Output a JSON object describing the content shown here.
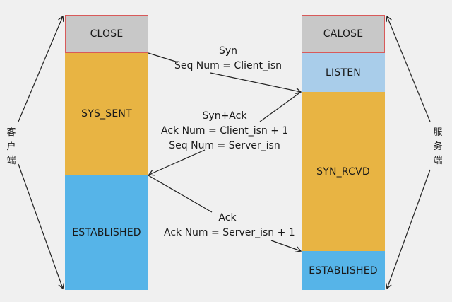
{
  "client": {
    "label": "客户端",
    "states": {
      "close": "CLOSE",
      "sys_sent": "SYS_SENT",
      "established": "ESTABLISHED"
    }
  },
  "server": {
    "label": "服务端",
    "states": {
      "close": "CALOSE",
      "listen": "LISTEN",
      "syn_rcvd": "SYN_RCVD",
      "established": "ESTABLISHED"
    }
  },
  "messages": {
    "syn": {
      "line1": "Syn",
      "line2": "Seq Num = Client_isn"
    },
    "syn_ack": {
      "line1": "Syn+Ack",
      "line2": "Ack Num = Client_isn + 1",
      "line3": "Seq Num = Server_isn"
    },
    "ack": {
      "line1": "Ack",
      "line2": "Ack Num = Server_isn + 1"
    }
  },
  "colors": {
    "close": "#c8c8c8",
    "sys_sent": "#e8b443",
    "established": "#56b4e8",
    "listen": "#a9cdea",
    "syn_rcvd": "#e8b443",
    "red_outline": "#d85a5a"
  }
}
